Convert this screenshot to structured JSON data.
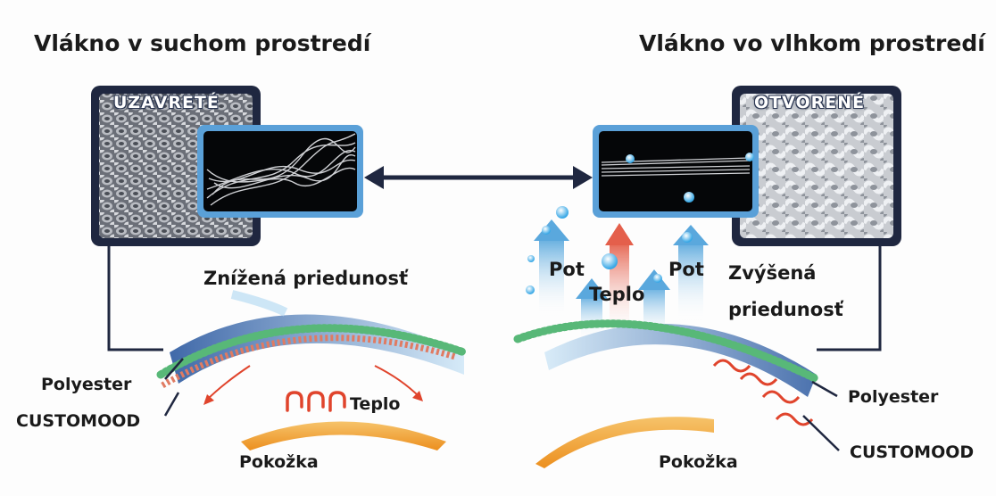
{
  "titles": {
    "left": "Vlákno v suchom prostredí",
    "right": "Vlákno vo vlhkom prostredí"
  },
  "badges": {
    "left": "UZAVRETÉ",
    "right": "OTVORENÉ"
  },
  "left_panel": {
    "permeability": "Znížená priedunosť",
    "heat": "Teplo",
    "skin": "Pokožka",
    "layer_top": "Polyester",
    "layer_bottom": "CUSTOMOOD"
  },
  "right_panel": {
    "sweat_left": "Pot",
    "sweat_right": "Pot",
    "heat": "Teplo",
    "permeability_line1": "Zvýšená",
    "permeability_line2": "priedunosť",
    "skin": "Pokožka",
    "layer_top": "Polyester",
    "layer_bottom": "CUSTOMOOD"
  },
  "colors": {
    "frame": "#1f2740",
    "inset_border": "#5aa0d8",
    "skin": "#f2a640",
    "heat_red": "#e0442c",
    "sweat_blue": "#7cc4ee",
    "polyester_green": "#58b878"
  }
}
